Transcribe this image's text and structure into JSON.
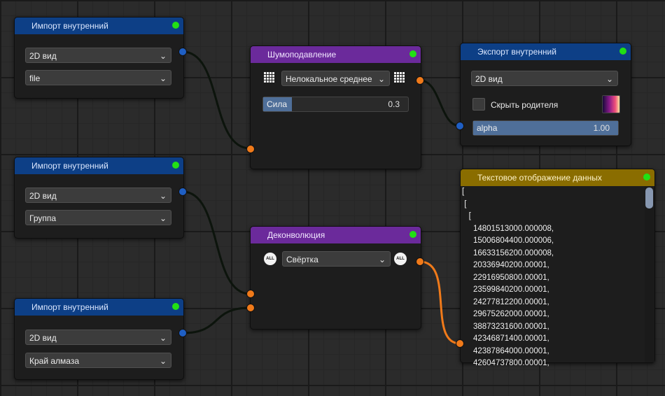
{
  "import_node_title": "Импорт внутренний",
  "nodes": {
    "import1": {
      "title": "Импорт внутренний",
      "view": "2D вид",
      "source": "file"
    },
    "import2": {
      "title": "Импорт внутренний",
      "view": "2D вид",
      "source": "Группа"
    },
    "import3": {
      "title": "Импорт внутренний",
      "view": "2D вид",
      "source": "Край алмаза"
    },
    "denoise": {
      "title": "Шумоподавление",
      "method": "Нелокальное среднее",
      "strength_label": "Сила",
      "strength_value": "0.3",
      "strength_fraction": 0.3
    },
    "export": {
      "title": "Экспорт внутренний",
      "view": "2D вид",
      "hide_parent_label": "Скрыть родителя",
      "hide_parent_checked": false,
      "alpha_label": "alpha",
      "alpha_value": "1.00",
      "alpha_fraction": 1.0
    },
    "deconv": {
      "title": "Деконволюция",
      "mode": "Свёртка",
      "all_icon_text": "ALL"
    },
    "textview": {
      "title": "Текстовое отображение данных",
      "lines": [
        "[",
        " [",
        "   [",
        "     14801513000.000008,",
        "     15006804400.000006,",
        "     16633156200.000008,",
        "     20336940200.00001,",
        "     22916950800.00001,",
        "     23599840200.00001,",
        "     24277812200.00001,",
        "     29675262000.00001,",
        "     38873231600.00001,",
        "     42346871400.00001,",
        "     42387864000.00001,",
        "     42604737800.00001,"
      ]
    }
  },
  "colors": {
    "header_blue": "#0d3f86",
    "header_purple": "#6b2a9b",
    "header_gold": "#8a6d00",
    "status_ok": "#22e014",
    "port_blue": "#1f5fc4",
    "port_orange": "#f07a1a",
    "wire_dark": "#0c140c",
    "wire_orange": "#f07a1a"
  },
  "icons": {
    "chevron": "chevron-down-icon",
    "grid": "grid-icon",
    "all": "all-channels-icon"
  }
}
